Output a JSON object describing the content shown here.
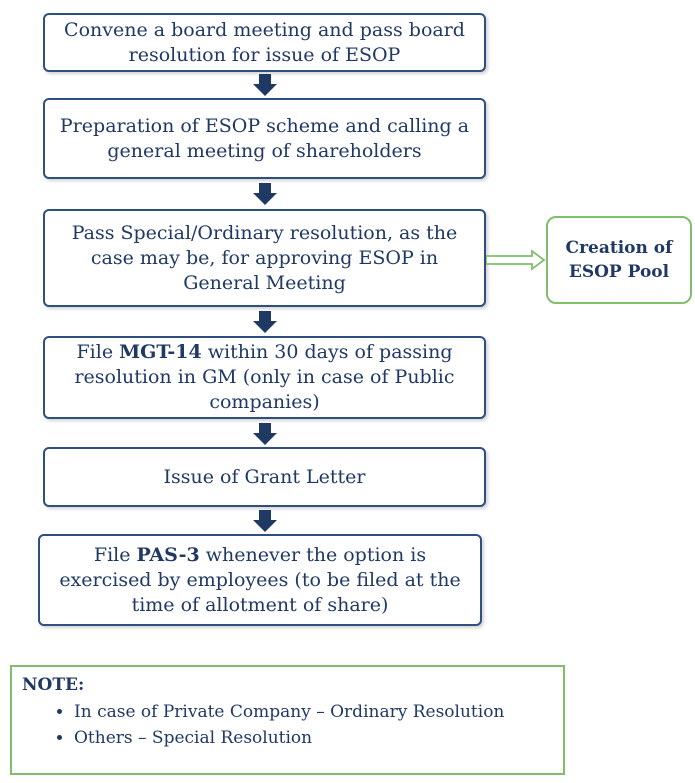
{
  "steps": [
    {
      "text": "Convene a board meeting and pass board resolution for issue of ESOP"
    },
    {
      "text": "Preparation of ESOP scheme and calling a general meeting of shareholders"
    },
    {
      "text": "Pass Special/Ordinary resolution, as the case may be, for approving ESOP in General Meeting"
    },
    {
      "pre": "File ",
      "bold": "MGT-14",
      "post": " within 30 days of passing resolution in GM (only in case of Public companies)"
    },
    {
      "text": "Issue of Grant Letter"
    },
    {
      "pre": "File ",
      "bold": "PAS-3",
      "post": " whenever the option is exercised by employees (to be filed at the time of allotment of share)"
    }
  ],
  "side_box": {
    "text": "Creation of ESOP Pool"
  },
  "note": {
    "title": "NOTE:",
    "items": [
      "In case of Private Company – Ordinary Resolution",
      "Others – Special Resolution"
    ]
  },
  "colors": {
    "box_border": "#2f4f7f",
    "text": "#1f3864",
    "arrow": "#1f3864",
    "green_border": "#7fbf6a"
  }
}
